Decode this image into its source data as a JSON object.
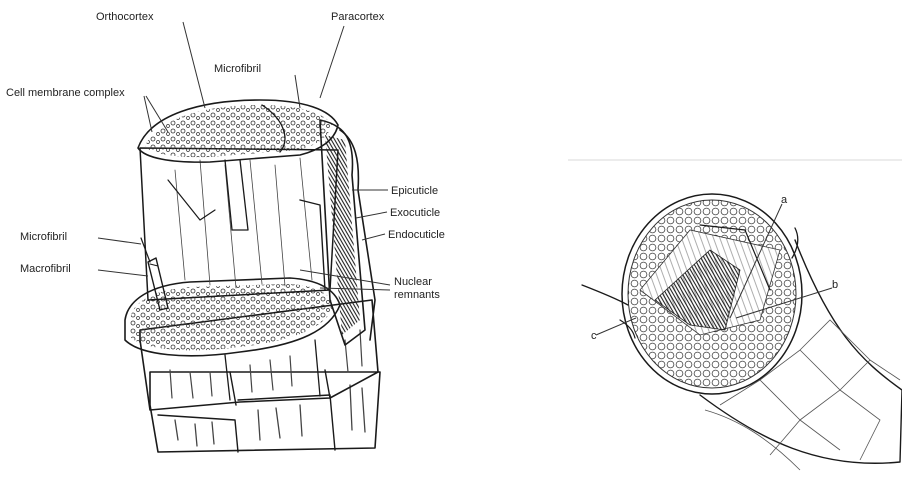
{
  "left_diagram": {
    "labels": {
      "orthocortex": "Orthocortex",
      "paracortex": "Paracortex",
      "microfibril_top": "Microfibril",
      "cell_membrane_complex": "Cell membrane complex",
      "epicuticle": "Epicuticle",
      "exocuticle": "Exocuticle",
      "endocuticle": "Endocuticle",
      "microfibril_left": "Microfibril",
      "macrofibril": "Macrofibril",
      "nuclear_remnants_1": "Nuclear",
      "nuclear_remnants_2": "remnants"
    }
  },
  "right_diagram": {
    "labels": {
      "a": "a",
      "b": "b",
      "c": "c"
    }
  }
}
